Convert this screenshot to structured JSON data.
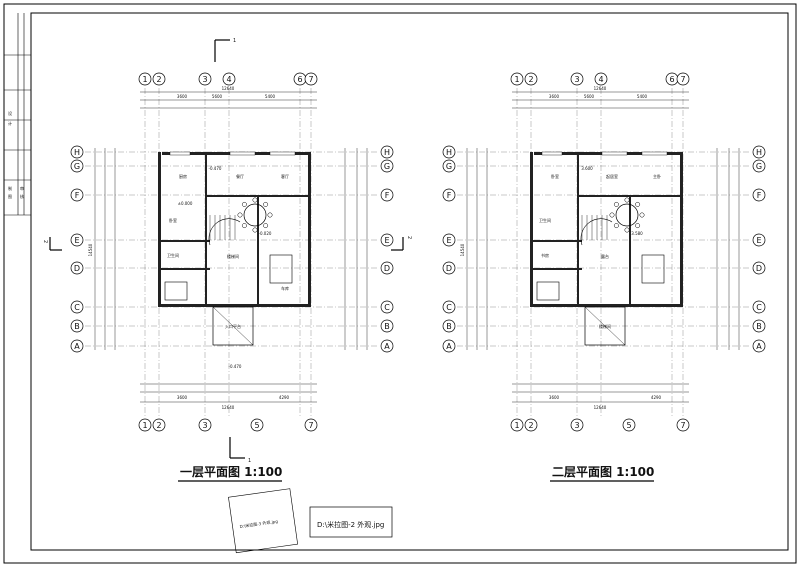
{
  "plans": [
    {
      "title": "一层平面图 1:100",
      "col_top": [
        "1",
        "2",
        "3",
        "4",
        "6",
        "7"
      ],
      "col_bottom": [
        "1",
        "2",
        "3",
        "5",
        "7"
      ],
      "rows": [
        "H",
        "G",
        "F",
        "E",
        "D",
        "C",
        "B",
        "A"
      ],
      "overall_width": "12640",
      "overall_depth": "14540",
      "top_dims": [
        "3600",
        "5600",
        "5400"
      ],
      "bottom_dims": [
        "3600",
        "4290"
      ],
      "rooms": [
        "厨房",
        "餐厅",
        "客厅",
        "卧室",
        "卫生间",
        "楼梯间",
        "入口平台",
        "车库"
      ],
      "section_mark": "1",
      "side_mark": "2",
      "elevations": [
        "-0.470",
        "-0.020",
        "±0.000",
        "-0.470"
      ]
    },
    {
      "title": "二层平面图 1:100",
      "col_top": [
        "1",
        "2",
        "3",
        "4",
        "6",
        "7"
      ],
      "col_bottom": [
        "1",
        "2",
        "3",
        "5",
        "7"
      ],
      "rows": [
        "H",
        "G",
        "F",
        "E",
        "D",
        "C",
        "B",
        "A"
      ],
      "overall_width": "12640",
      "overall_depth": "14540",
      "top_dims": [
        "3600",
        "5600",
        "5400"
      ],
      "bottom_dims": [
        "3600",
        "4290"
      ],
      "rooms": [
        "卧室",
        "起居室",
        "主卧",
        "卫生间",
        "书房",
        "露台",
        "楼梯间"
      ],
      "section_mark": "",
      "side_mark": "",
      "elevations": [
        "3.600",
        "3.580"
      ]
    }
  ],
  "label_box": {
    "text": "D:\\米拉图-2 外观.jpg"
  },
  "rotated_note": {
    "text": "D:\\米拉图-3 外观.jpg"
  },
  "title_block": [
    "设",
    "计",
    "制",
    "图",
    "审",
    "核"
  ]
}
